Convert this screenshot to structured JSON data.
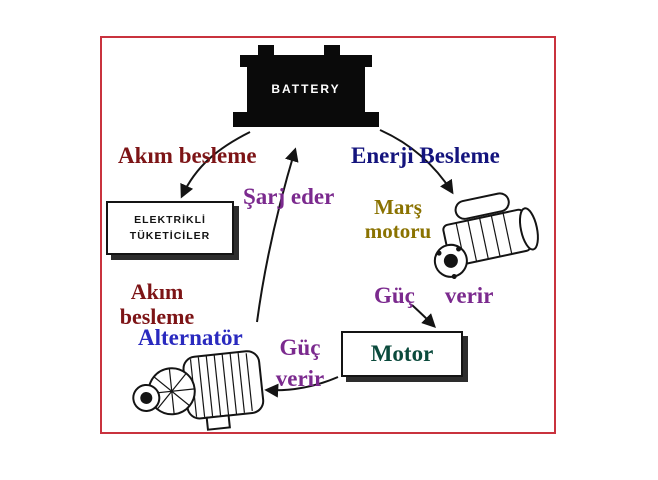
{
  "diagram": {
    "battery_label": "BATTERY",
    "flows": {
      "akim_besleme_top": "Akım besleme",
      "enerji_besleme": "Enerji Besleme",
      "sarj_eder": "Şarj eder",
      "guc_verir_right_1": "Güç",
      "guc_verir_right_2": "verir",
      "akim_besleme_left_1": "Akım",
      "akim_besleme_left_2": "besleme",
      "guc_verir_bottom_1": "Güç",
      "guc_verir_bottom_2": "verir"
    },
    "components": {
      "consumers_line1": "ELEKTRİKLİ",
      "consumers_line2": "TÜKETİCİLER",
      "mars_line1": "Marş",
      "mars_line2": "motoru",
      "alternator_label": "Alternatör",
      "motor_label": "Motor"
    },
    "colors": {
      "frame_border": "#c9323e",
      "current_feed_text": "#7d1416",
      "energy_feed_text": "#14147d",
      "charge_text": "#7b2a8e",
      "starter_text": "#8a7200",
      "alternator_text": "#2a2abf",
      "motor_text": "#0b4a3c",
      "battery_fill": "#0a0a0a"
    }
  }
}
